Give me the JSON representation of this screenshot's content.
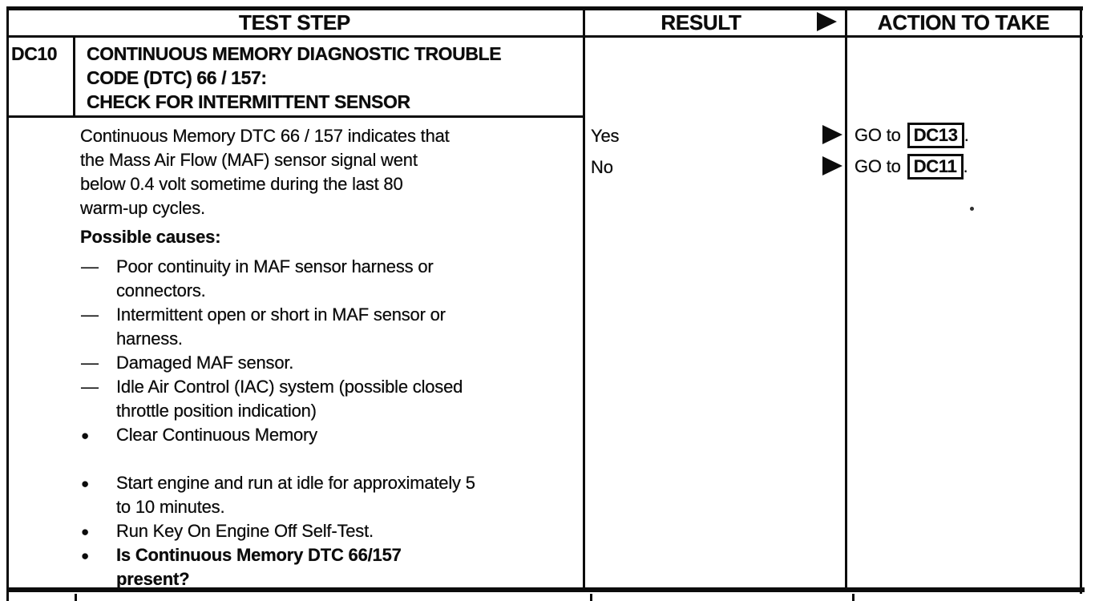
{
  "table": {
    "headers": {
      "test_step": "TEST STEP",
      "result": "RESULT",
      "action": "ACTION TO TAKE"
    }
  },
  "step": {
    "id": "DC10",
    "title_lines": [
      "CONTINUOUS MEMORY DIAGNOSTIC TROUBLE",
      "CODE (DTC) 66 / 157:",
      "CHECK FOR INTERMITTENT SENSOR"
    ]
  },
  "body": {
    "intro_lines": [
      "Continuous Memory DTC 66 / 157 indicates that",
      "the Mass Air Flow (MAF) sensor signal went",
      "below 0.4 volt sometime during the last 80",
      "warm-up cycles."
    ],
    "possible_causes_label": "Possible causes:",
    "causes": [
      {
        "marker": "—",
        "lines": [
          "Poor continuity in MAF sensor harness or",
          "connectors."
        ]
      },
      {
        "marker": "—",
        "lines": [
          "Intermittent open or short in MAF sensor or",
          "harness."
        ]
      },
      {
        "marker": "—",
        "lines": [
          "Damaged MAF sensor."
        ]
      },
      {
        "marker": "—",
        "lines": [
          "Idle Air Control (IAC) system (possible closed",
          "throttle position indication)"
        ]
      }
    ],
    "action_steps": [
      {
        "marker": "●",
        "lines": [
          "Clear Continuous Memory"
        ]
      },
      {
        "marker": "●",
        "lines": [
          "Start engine and run at idle for approximately 5",
          "to 10 minutes."
        ]
      },
      {
        "marker": "●",
        "lines": [
          "Run Key On Engine Off Self-Test."
        ]
      },
      {
        "marker": "●",
        "lines": [
          "Is Continuous Memory DTC 66/157",
          "present?"
        ]
      }
    ]
  },
  "results": [
    {
      "label": "Yes",
      "action": {
        "prefix": "GO to",
        "target": "DC13",
        "suffix": "."
      }
    },
    {
      "label": "No",
      "action": {
        "prefix": "GO to",
        "target": "DC11",
        "suffix": "."
      }
    }
  ]
}
